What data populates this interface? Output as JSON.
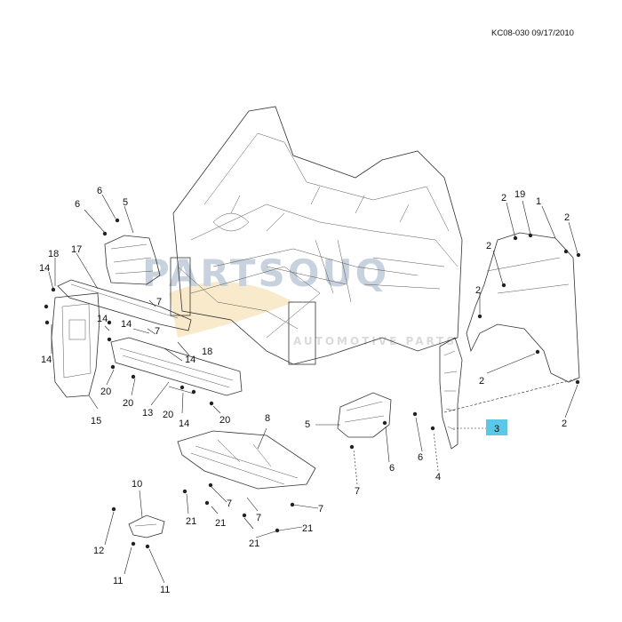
{
  "header": {
    "code": "KC08-030 09/17/2010"
  },
  "watermark": {
    "brand": "PARTSOUQ",
    "sub": "AUTOMOTIVE PARTS"
  },
  "highlight_color": "#5bc8e8",
  "callouts": [
    {
      "id": "c6a",
      "text": "6"
    },
    {
      "id": "c5a",
      "text": "5"
    },
    {
      "id": "c6b",
      "text": "6"
    },
    {
      "id": "c18a",
      "text": "18"
    },
    {
      "id": "c17",
      "text": "17"
    },
    {
      "id": "c14a",
      "text": "14"
    },
    {
      "id": "c14b",
      "text": "14"
    },
    {
      "id": "c14c",
      "text": "14"
    },
    {
      "id": "c14d",
      "text": "14"
    },
    {
      "id": "c7a",
      "text": "7"
    },
    {
      "id": "c7b",
      "text": "7"
    },
    {
      "id": "c18b",
      "text": "18"
    },
    {
      "id": "c14e",
      "text": "14"
    },
    {
      "id": "c20a",
      "text": "20"
    },
    {
      "id": "c20b",
      "text": "20"
    },
    {
      "id": "c13",
      "text": "13"
    },
    {
      "id": "c20c",
      "text": "20"
    },
    {
      "id": "c14f",
      "text": "14"
    },
    {
      "id": "c20d",
      "text": "20"
    },
    {
      "id": "c15",
      "text": "15"
    },
    {
      "id": "c8",
      "text": "8"
    },
    {
      "id": "c5b",
      "text": "5"
    },
    {
      "id": "c6c",
      "text": "6"
    },
    {
      "id": "c6d",
      "text": "6"
    },
    {
      "id": "c7c",
      "text": "7"
    },
    {
      "id": "c4",
      "text": "4"
    },
    {
      "id": "c3",
      "text": "3"
    },
    {
      "id": "c2a",
      "text": "2"
    },
    {
      "id": "c19",
      "text": "19"
    },
    {
      "id": "c1",
      "text": "1"
    },
    {
      "id": "c2b",
      "text": "2"
    },
    {
      "id": "c2c",
      "text": "2"
    },
    {
      "id": "c2d",
      "text": "2"
    },
    {
      "id": "c2e",
      "text": "2"
    },
    {
      "id": "c2f",
      "text": "2"
    },
    {
      "id": "c10",
      "text": "10"
    },
    {
      "id": "c12",
      "text": "12"
    },
    {
      "id": "c11a",
      "text": "11"
    },
    {
      "id": "c11b",
      "text": "11"
    },
    {
      "id": "c21a",
      "text": "21"
    },
    {
      "id": "c21b",
      "text": "21"
    },
    {
      "id": "c7d",
      "text": "7"
    },
    {
      "id": "c7e",
      "text": "7"
    },
    {
      "id": "c21c",
      "text": "21"
    },
    {
      "id": "c7f",
      "text": "7"
    },
    {
      "id": "c21d",
      "text": "21"
    }
  ]
}
